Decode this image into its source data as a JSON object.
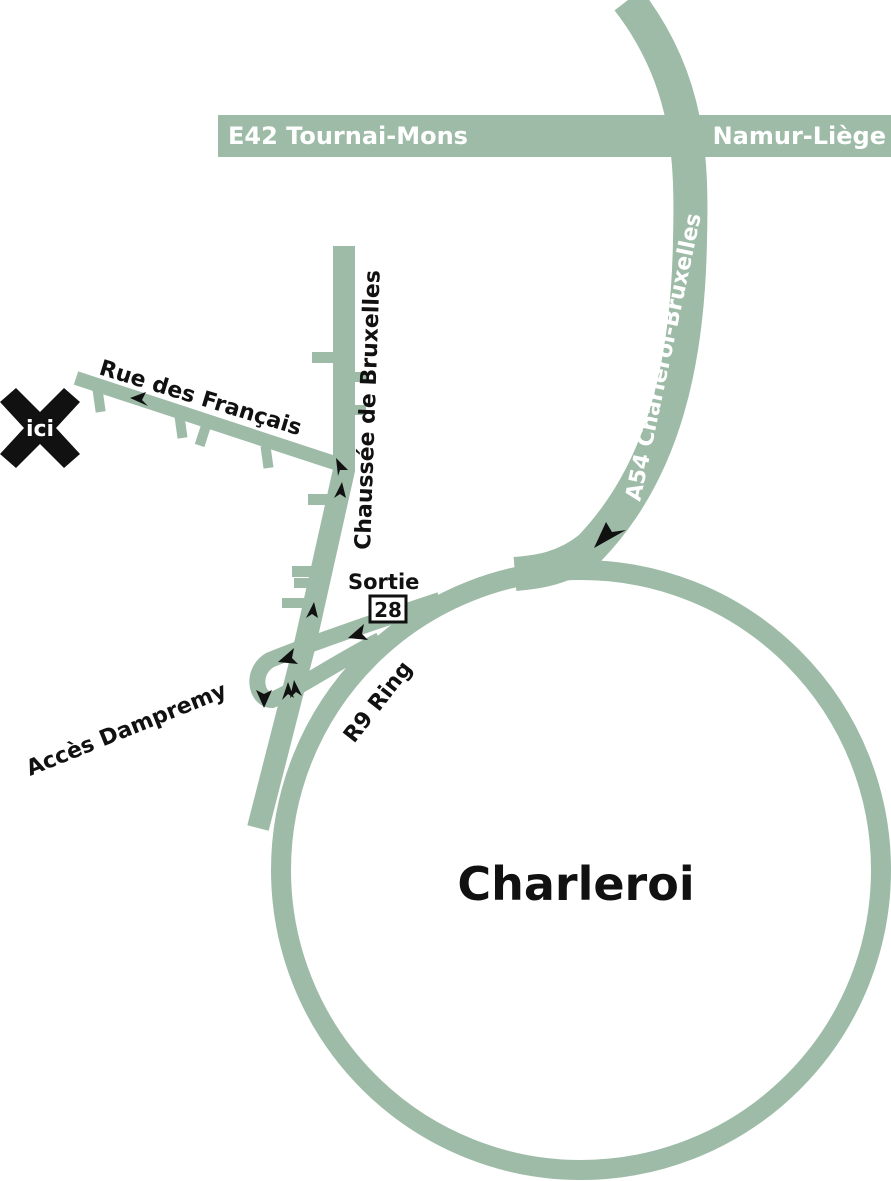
{
  "colors": {
    "road": "#9dbba7",
    "text": "#111111",
    "marker": "#111111",
    "background": "#ffffff"
  },
  "roads": {
    "e42_west_label": "E42 Tournai-Mons",
    "e42_east_label": "Namur-Liège",
    "a54_label": "A54 Charleroi-Bruxelles",
    "chaussee_label": "Chaussée de Bruxelles",
    "rue_label": "Rue des Français",
    "ring_label": "R9 Ring",
    "access_label": "Accès Dampremy"
  },
  "exit": {
    "label": "Sortie",
    "number": "28"
  },
  "city": {
    "name": "Charleroi"
  },
  "destination": {
    "label": "ici",
    "icon": "x-marker-icon"
  }
}
